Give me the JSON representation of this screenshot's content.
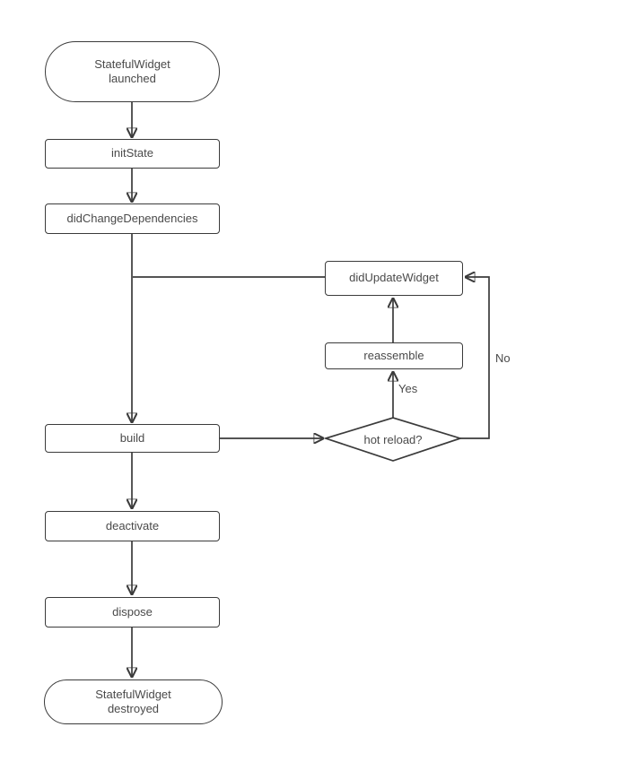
{
  "diagram": {
    "nodes": {
      "launched": {
        "label": "StatefulWidget\nlaunched"
      },
      "init_state": {
        "label": "initState"
      },
      "did_change_dependencies": {
        "label": "didChangeDependencies"
      },
      "did_update_widget": {
        "label": "didUpdateWidget"
      },
      "reassemble": {
        "label": "reassemble"
      },
      "build": {
        "label": "build"
      },
      "hot_reload": {
        "label": "hot reload?"
      },
      "deactivate": {
        "label": "deactivate"
      },
      "dispose": {
        "label": "dispose"
      },
      "destroyed": {
        "label": "StatefulWidget\ndestroyed"
      }
    },
    "edge_labels": {
      "yes": "Yes",
      "no": "No"
    },
    "colors": {
      "line": "#3b3b3b",
      "text": "#4a4a4a",
      "node_fill": "#ffffff",
      "background": "#ffffff"
    }
  }
}
